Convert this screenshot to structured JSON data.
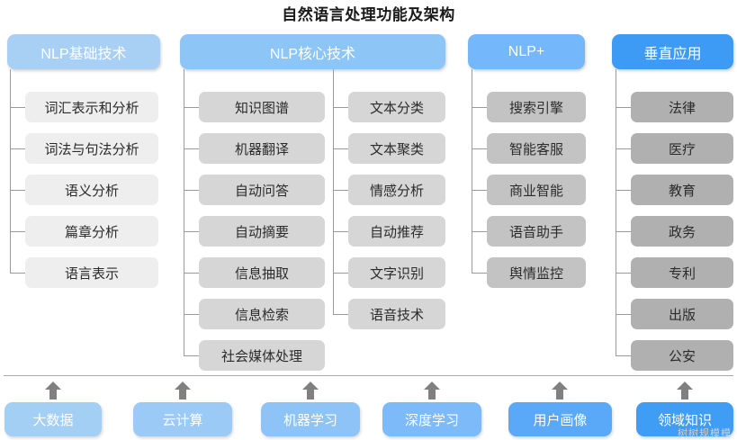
{
  "title": "自然语言处理功能及架构",
  "watermark": "树树规模模",
  "colors": {
    "header_1": "#a8d0f5",
    "header_2": "#8ec5f7",
    "header_3": "#74b8fb",
    "header_4": "#3d9bf5",
    "item_tone_1": "#eeeeee",
    "item_tone_2": "#d6d6d6",
    "item_tone_3": "#c3c3c3",
    "item_tone_4": "#b0b0b0",
    "arrow": "#808080",
    "line": "#9a9a9a",
    "title_text": "#1a1a1a"
  },
  "columns": [
    {
      "header": "NLP基础技术",
      "groups": [
        {
          "items": [
            "词汇表示和分析",
            "词法与句法分析",
            "语义分析",
            "篇章分析",
            "语言表示"
          ]
        }
      ]
    },
    {
      "header": "NLP核心技术",
      "groups": [
        {
          "items": [
            "知识图谱",
            "机器翻译",
            "自动问答",
            "自动摘要",
            "信息抽取",
            "信息检索",
            "社会媒体处理"
          ]
        },
        {
          "items": [
            "文本分类",
            "文本聚类",
            "情感分析",
            "自动推荐",
            "文字识别",
            "语音技术"
          ]
        }
      ]
    },
    {
      "header": "NLP+",
      "groups": [
        {
          "items": [
            "搜索引擎",
            "智能客服",
            "商业智能",
            "语音助手",
            "舆情监控"
          ]
        }
      ]
    },
    {
      "header": "垂直应用",
      "groups": [
        {
          "items": [
            "法律",
            "医疗",
            "教育",
            "政务",
            "专利",
            "出版",
            "公安"
          ]
        }
      ]
    }
  ],
  "foundation": {
    "items": [
      "大数据",
      "云计算",
      "机器学习",
      "深度学习",
      "用户画像",
      "领域知识"
    ]
  }
}
